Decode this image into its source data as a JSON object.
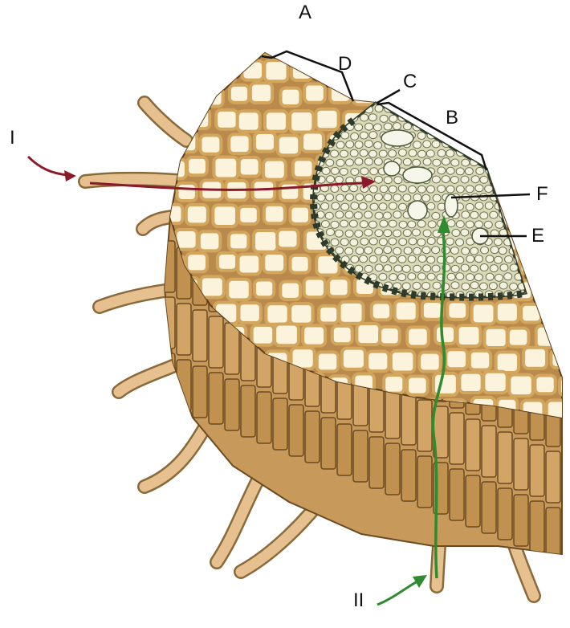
{
  "labels": {
    "A": "A",
    "B": "B",
    "C": "C",
    "D": "D",
    "E": "E",
    "F": "F",
    "I": "I",
    "II": "II"
  },
  "colors": {
    "background": "#ffffff",
    "root_hair": "#e6c08e",
    "root_hair_outline": "#8a6a3a",
    "cortex_cell": "#fbf3dc",
    "cortex_wall": "#d3a65e",
    "side_wall_dark": "#a97a3f",
    "stele_fill": "#e2e2c6",
    "endodermis": "#2e3a2a",
    "path_I": "#8b1a2b",
    "path_II": "#2e8b2e",
    "label_text": "#111111"
  }
}
